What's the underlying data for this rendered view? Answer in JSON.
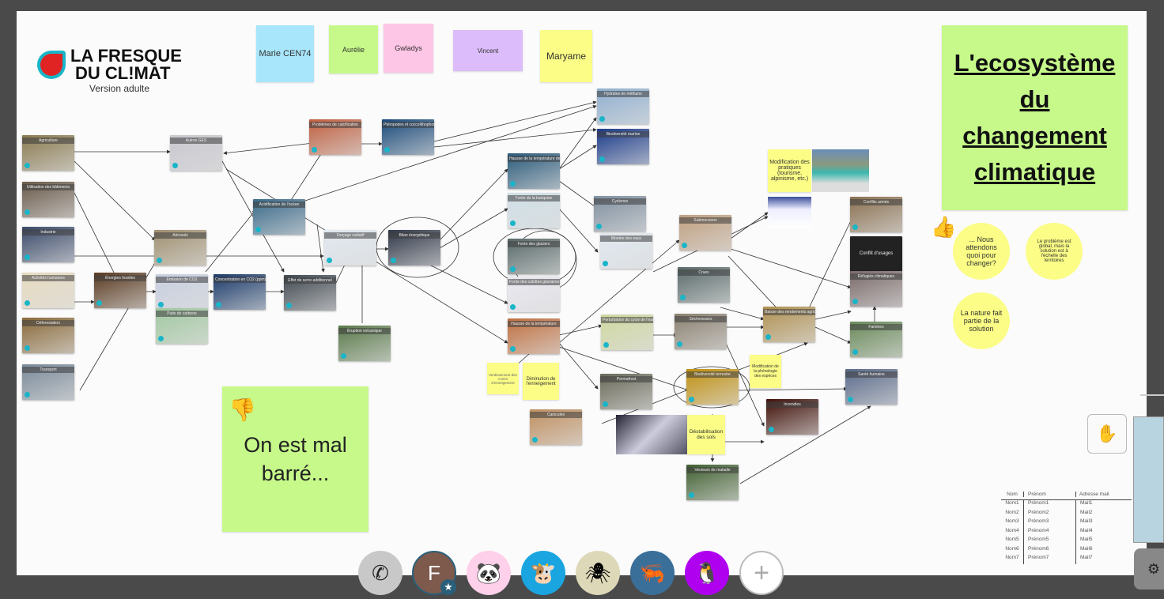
{
  "logo": {
    "line1": "LA FRESQUE",
    "line2": "DU CL!MAT",
    "subtitle": "Version adulte"
  },
  "participants": [
    "Marie CEN74",
    "Aurélie",
    "Gwladys",
    "Vincent",
    "Maryame"
  ],
  "title_note": "L'ecosystème du changement climatique",
  "mood_note": "On est mal barré...",
  "cards": [
    "Agriculture",
    "Utilisation des bâtiments",
    "Industrie",
    "Activités humaines",
    "Déforestation",
    "Transport",
    "Autres GES",
    "Aérosols",
    "Énergies fossiles",
    "Émission de CO2",
    "Puits de carbone",
    "Concentration en CO2 (ppm)",
    "Acidification de l'océan",
    "Problèmes de calcification",
    "Ptéropodes et coccolithophores",
    "Effet de serre additionnel",
    "Forçage radiatif",
    "Bilan énergétique",
    "Éruption volcanique",
    "Hydrates de méthane",
    "Biodiversité marine",
    "Hausse de la température de l'eau",
    "Fonte de la banquise",
    "Fonte des glaciers",
    "Fonte des calottes glaciaires",
    "Hausse de la température",
    "Cyclones",
    "Montée des eaux",
    "Submersions",
    "Crues",
    "Sécheresses",
    "Perturbation du cycle de l'eau",
    "Baisse des rendements agricoles",
    "Permafrost",
    "Biodiversité terrestre",
    "Canicules",
    "Incendies",
    "Vecteurs de maladie",
    "Conflits armés",
    "Conflit d'usages",
    "Réfugiés climatiques",
    "Famines",
    "Santé humaine"
  ],
  "notes": [
    "Modification des pratiques (tourisme, alpinisme, etc.)",
    "Verdissement des zones d'enneigement",
    "Diminution de l'enneigement",
    "Modification de la phénologie des espèces",
    "Déstabilisation des sols"
  ],
  "circles": [
    "... Nous attendons quoi pour changer?",
    "Le problème est global, mais la solution est à l'échelle des territoires",
    "La nature fait partie de la solution"
  ],
  "table": {
    "headers": [
      "Nom",
      "Prénom",
      "Adresse mail"
    ],
    "rows": [
      [
        "Nom1",
        "Prénom1",
        "Mail1"
      ],
      [
        "Nom2",
        "Prénom2",
        "Mail2"
      ],
      [
        "Nom3",
        "Prénom3",
        "Mail3"
      ],
      [
        "Nom4",
        "Prénom4",
        "Mail4"
      ],
      [
        "Nom5",
        "Prénom5",
        "Mail5"
      ],
      [
        "Nom6",
        "Prénom6",
        "Mail6"
      ],
      [
        "Nom7",
        "Prénom7",
        "Mail7"
      ]
    ]
  },
  "toolbar": {
    "avatar_initial": "F",
    "icons": [
      "phone-icon",
      "user-avatar",
      "panda-icon",
      "cow-icon",
      "spider-icon",
      "shrimp-icon",
      "penguin-icon",
      "plus-icon"
    ]
  },
  "colors": {
    "green": "#c6f98a",
    "yellow": "#fbfd86",
    "blue": "#a8e6fb",
    "pink": "#fdc5e6",
    "lavender": "#dcbcfb"
  }
}
